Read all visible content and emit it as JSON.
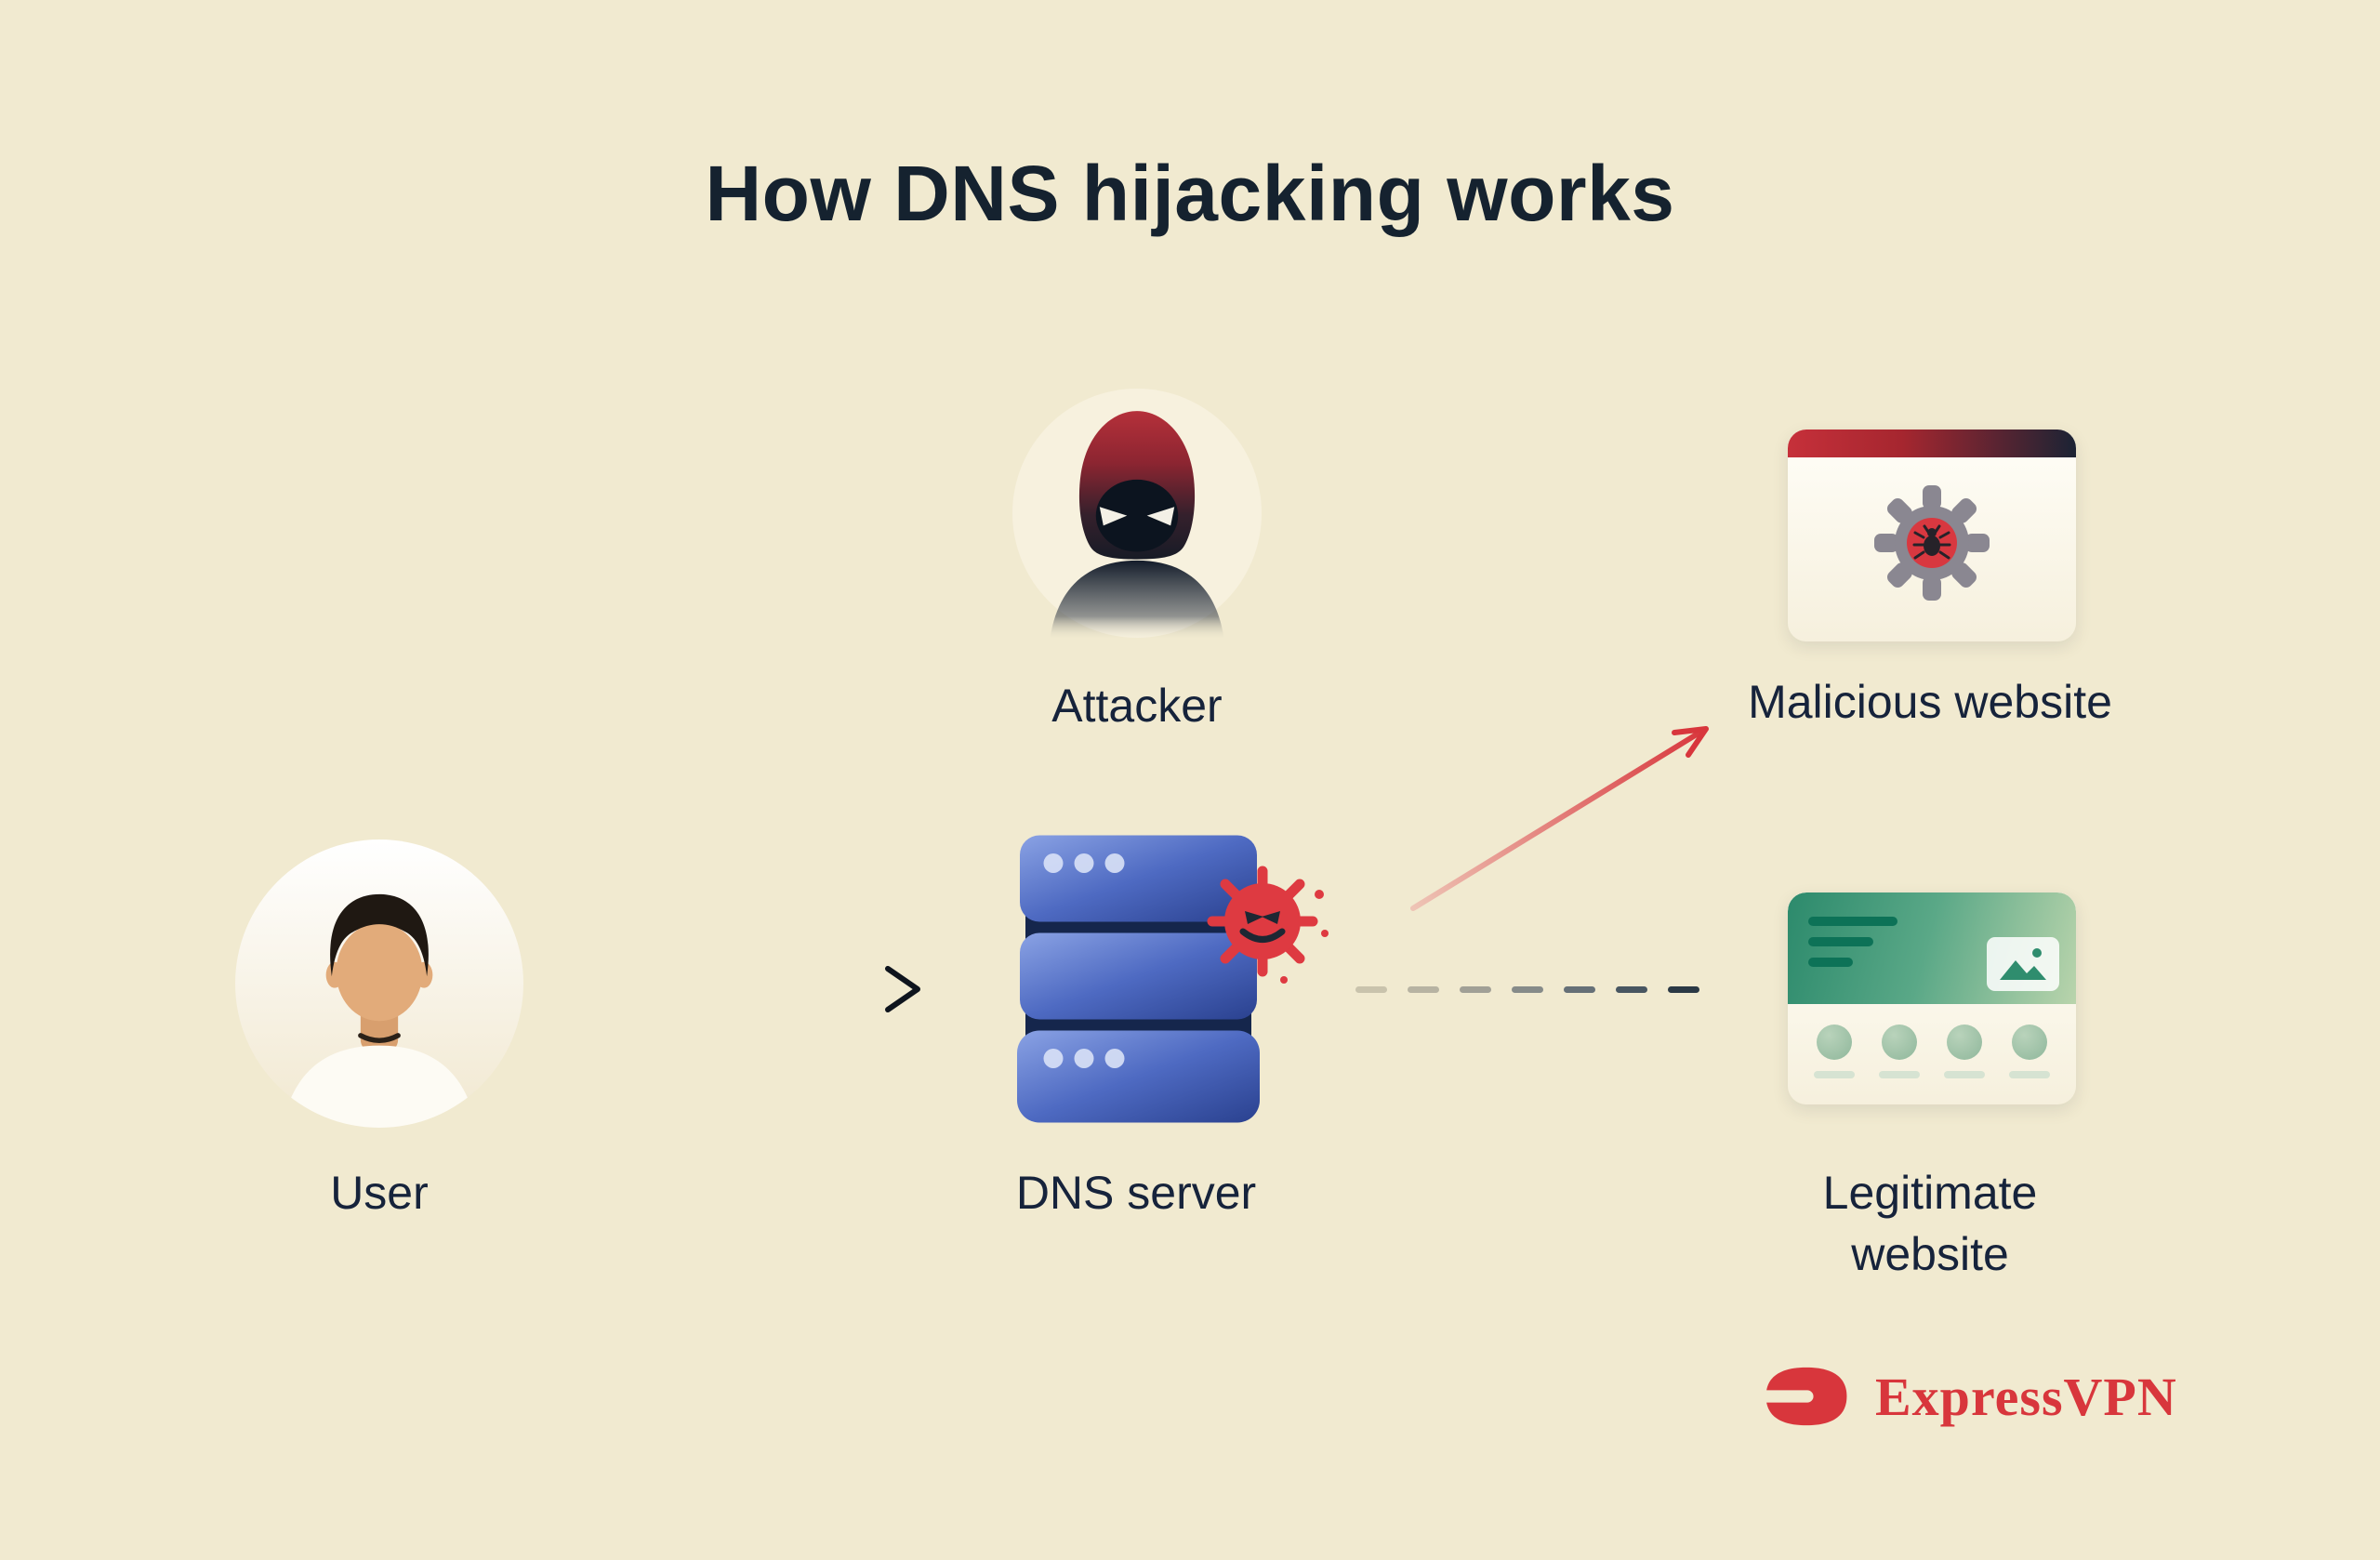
{
  "title": "How DNS hijacking works",
  "nodes": {
    "user": {
      "label": "User",
      "icon": "user-avatar-icon"
    },
    "attacker": {
      "label": "Attacker",
      "icon": "hooded-attacker-icon"
    },
    "dns_server": {
      "label": "DNS server",
      "icon": "server-stack-icon"
    },
    "malware": {
      "icon": "virus-icon"
    },
    "malicious_site": {
      "label": "Malicious website",
      "icon": "browser-gear-bug-icon"
    },
    "legitimate_site": {
      "label": "Legitimate website",
      "icon": "browser-webpage-icon"
    }
  },
  "connections": [
    {
      "from": "user",
      "to": "dns_server",
      "style": "solid dark arrow"
    },
    {
      "from": "dns_server",
      "to": "malicious_site",
      "style": "solid red arrow"
    },
    {
      "from": "dns_server",
      "to": "legitimate_site",
      "style": "dashed fading line, no arrowhead"
    }
  ],
  "brand": {
    "name": "ExpressVPN",
    "logo_color": "#d8363c"
  },
  "colors": {
    "background": "#f1ead0",
    "ink": "#16233b",
    "accent_red": "#d8363c",
    "server_blue": "#4e6ac2",
    "site_green": "#2f8d6e"
  }
}
